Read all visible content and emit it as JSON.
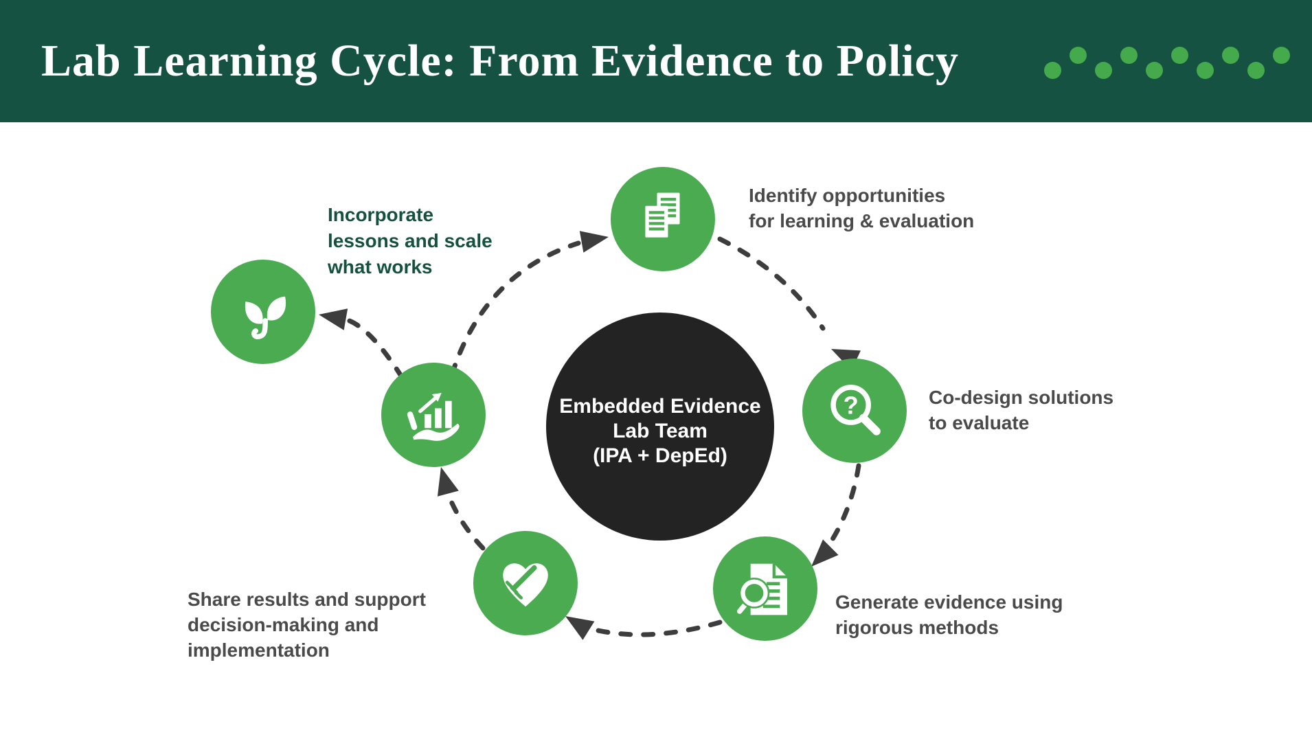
{
  "header": {
    "title": "Lab Learning Cycle: From Evidence to Policy",
    "dot_count": 10
  },
  "colors": {
    "header_bg": "#165241",
    "node_green": "#4aab51",
    "dot_green": "#44aa4c",
    "arrow_gray": "#3d3d3d",
    "label_gray": "#4a4a4a",
    "label_green": "#14523f",
    "center_bg": "#232323",
    "page_bg": "#ffffff"
  },
  "center_node": {
    "line1": "Embedded Evidence",
    "line2": "Lab Team",
    "line3": "(IPA + DepEd)"
  },
  "labels": {
    "identify": {
      "line1": "Identify opportunities",
      "line2": "for learning & evaluation"
    },
    "codesign": {
      "line1": "Co-design solutions",
      "line2": "to evaluate"
    },
    "generate": {
      "line1": "Generate evidence using",
      "line2": "rigorous methods"
    },
    "share": {
      "line1": "Share results and support",
      "line2": "decision-making and",
      "line3": "implementation"
    },
    "incorporate": {
      "line1": "Incorporate",
      "line2": "lessons and scale",
      "line3": "what works"
    }
  },
  "icons": {
    "identify": "documents-icon",
    "codesign": "question-magnifier-icon",
    "generate": "document-magnifier-icon",
    "share": "handshake-heart-icon",
    "progress": "hand-growth-chart-icon",
    "incorporate": "sprout-icon"
  },
  "sequence": [
    "identify",
    "codesign",
    "generate",
    "share",
    "progress",
    "incorporate"
  ]
}
